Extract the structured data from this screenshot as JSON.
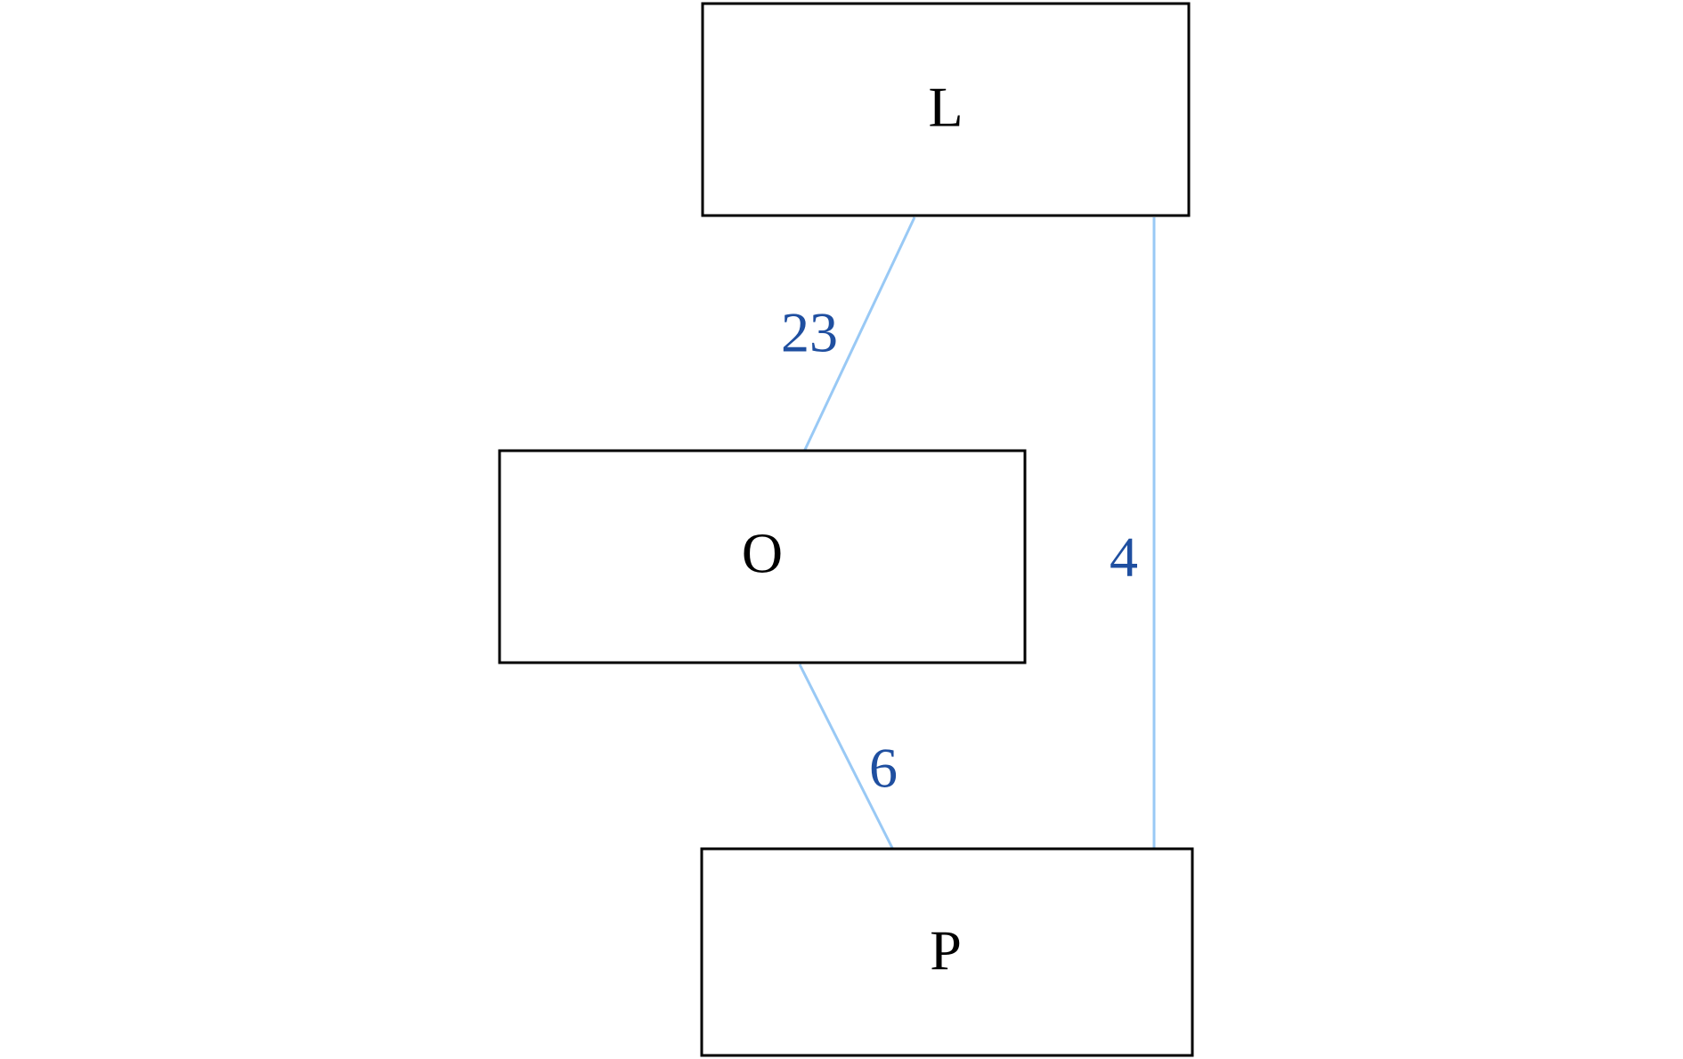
{
  "colors": {
    "node_border": "#000000",
    "node_text": "#000000",
    "edge_line": "#99c9f5",
    "edge_label": "#1f4fa0",
    "background": "#ffffff"
  },
  "nodes": [
    {
      "id": "L",
      "label": "L"
    },
    {
      "id": "O",
      "label": "O"
    },
    {
      "id": "P",
      "label": "P"
    }
  ],
  "edges": [
    {
      "from": "L",
      "to": "O",
      "label": "23"
    },
    {
      "from": "L",
      "to": "P",
      "label": "4"
    },
    {
      "from": "O",
      "to": "P",
      "label": "6"
    }
  ]
}
